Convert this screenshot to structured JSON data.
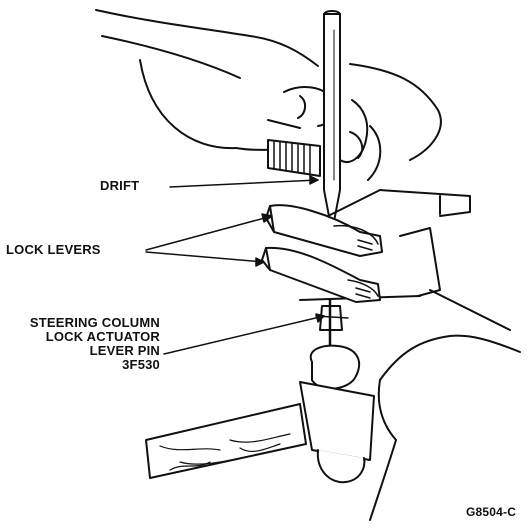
{
  "labels": {
    "drift": "DRIFT",
    "lock_levers": "LOCK LEVERS",
    "pin_line1": "STEERING COLUMN",
    "pin_line2": "LOCK ACTUATOR",
    "pin_line3": "LEVER PIN",
    "pin_line4": "3F530"
  },
  "figure_code": "G8504-C",
  "colors": {
    "ink": "#111111",
    "paper": "#ffffff"
  }
}
